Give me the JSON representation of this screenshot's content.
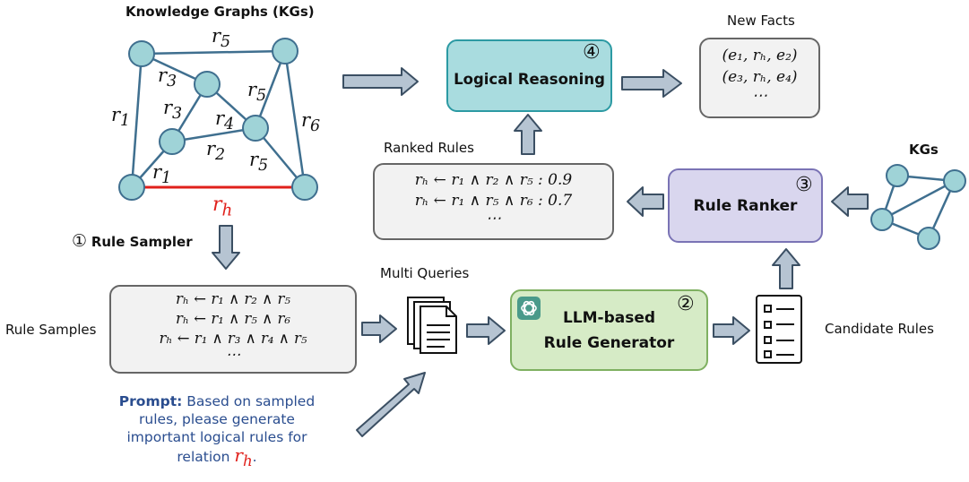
{
  "kg_panel": {
    "title": "Knowledge Graphs (KGs)",
    "edge_labels": [
      "r",
      "r",
      "r",
      "r",
      "r",
      "r",
      "r",
      "r",
      "r"
    ],
    "edge_subs": [
      "5",
      "3",
      "5",
      "1",
      "3",
      "4",
      "6",
      "2",
      "5"
    ],
    "edge_label_r1_bottom": "r",
    "edge_label_r1_bottom_sub": "1",
    "head_relation": "r",
    "head_relation_sub": "h"
  },
  "rule_sampler": {
    "step": "①",
    "label": "Rule Sampler"
  },
  "rule_samples": {
    "side_label": "Rule Samples",
    "lines": [
      "rₕ ← r₁ ∧ r₂ ∧ r₅",
      "rₕ ← r₁ ∧ r₅ ∧ r₆",
      "rₕ ← r₁ ∧ r₃ ∧ r₄ ∧ r₅",
      "⋯"
    ]
  },
  "prompt": {
    "label": "Prompt:",
    "text_line1": " Based on sampled",
    "text_line2": "rules, please generate",
    "text_line3": "important logical rules for",
    "text_line4": "relation ",
    "relation": "r",
    "relation_sub": "h",
    "period": "."
  },
  "multi_queries": {
    "label": "Multi Queries"
  },
  "llm_generator": {
    "step": "②",
    "line1": "LLM-based",
    "line2": "Rule Generator"
  },
  "candidate_rules": {
    "label": "Candidate Rules"
  },
  "rule_ranker": {
    "step": "③",
    "label": "Rule Ranker"
  },
  "kgs_small": {
    "label": "KGs"
  },
  "ranked_rules": {
    "label": "Ranked Rules",
    "lines": [
      "rₕ ← r₁ ∧ r₂ ∧ r₅ : 0.9",
      "rₕ ← r₁ ∧ r₅ ∧ r₆ : 0.7",
      "⋯"
    ]
  },
  "logical_reasoning": {
    "step": "④",
    "label": "Logical Reasoning"
  },
  "new_facts": {
    "label": "New Facts",
    "lines": [
      "(e₁, rₕ, e₂)",
      "(e₃, rₕ, e₄)",
      "⋯"
    ]
  },
  "colors": {
    "node_fill": "#9fd3d7",
    "edge": "#3f6f8f",
    "head_edge": "#e0201b",
    "arrow_fill": "#b6c4d2",
    "arrow_stroke": "#3b4f63",
    "llm_fill": "#d6ebc6",
    "llm_border": "#7fb061",
    "ranker_fill": "#d9d6ee",
    "ranker_border": "#7a73b5",
    "reasoning_fill": "#a9dcdf",
    "reasoning_border": "#2c9aa3",
    "gray_box_fill": "#f2f2f2",
    "prompt_blue": "#2a4d8f"
  },
  "icons": [
    "openai-logo-icon",
    "documents-icon",
    "checklist-icon"
  ]
}
